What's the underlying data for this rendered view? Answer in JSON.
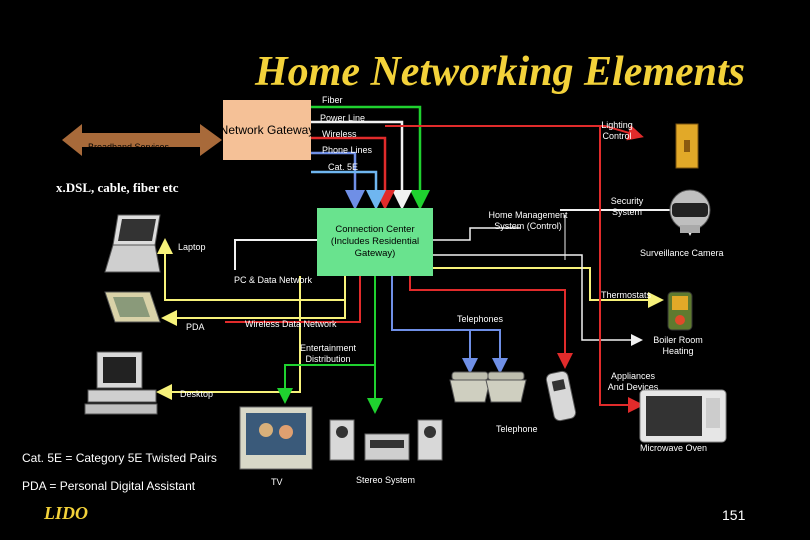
{
  "title": "Home Networking Elements",
  "broadband": "Broadband Services",
  "xdsl": "x.DSL, cable, fiber etc",
  "gateway": "Network Gateway",
  "links": {
    "fiber": "Fiber",
    "power_line": "Power Line",
    "wireless": "Wireless",
    "phone_lines": "Phone Lines",
    "cat5e": "Cat. 5E"
  },
  "connection_center": "Connection Center (Includes Residential Gateway)",
  "home_mgmt": "Home Management System (Control)",
  "devices": {
    "lighting": "Lighting Control",
    "security": "Security System",
    "surveillance": "Surveillance Camera",
    "thermostats": "Thermostats",
    "boiler": "Boiler Room Heating",
    "appliances": "Appliances And Devices",
    "microwave": "Microwave Oven",
    "laptop": "Laptop",
    "pda": "PDA",
    "desktop": "Desktop",
    "tv": "TV",
    "stereo": "Stereo System",
    "telephones": "Telephones",
    "telephone": "Telephone",
    "entertainment": "Entertainment Distribution"
  },
  "networks": {
    "pc_data": "PC & Data Network",
    "wireless_data": "Wireless Data Network"
  },
  "legend": {
    "cat5e": "Cat. 5E = Category 5E Twisted Pairs",
    "pda": "PDA = Personal Digital Assistant"
  },
  "logo": "LIDO",
  "page_number": "151",
  "colors": {
    "title": "#f3d23a",
    "fiber": "#1fd12f",
    "power_line": "#f1f1f1",
    "wireless": "#e12b2b",
    "phone_lines": "#6f8fe6",
    "cat5e": "#6fb6f0",
    "pc_data": "#f7f27a",
    "gateway_box": "#f5c197",
    "connection_box": "#69e38e",
    "broadband_arrow": "#a86a3a"
  }
}
